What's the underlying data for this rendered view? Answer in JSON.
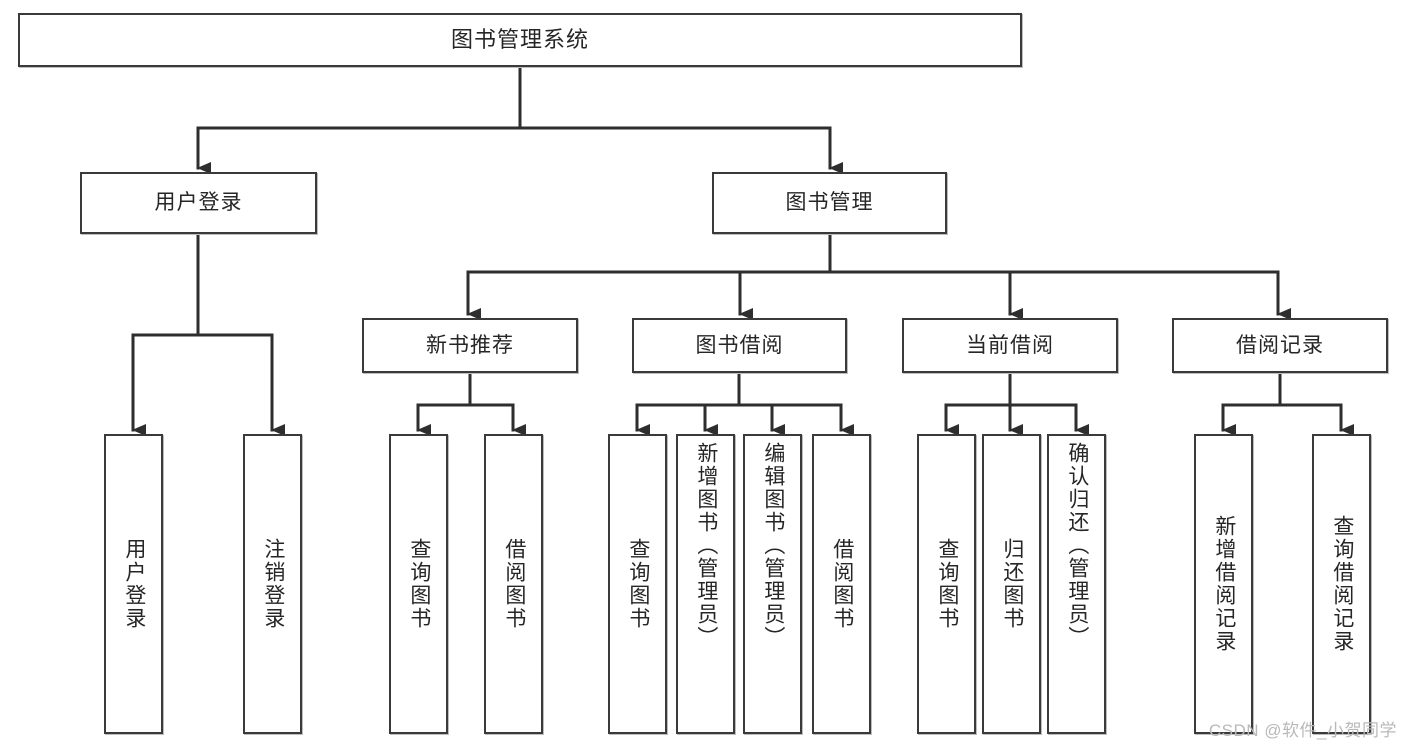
{
  "diagram": {
    "title": "图书管理系统",
    "type": "tree-hierarchy-chart",
    "root": {
      "label": "图书管理系统"
    },
    "level2": [
      {
        "label": "用户登录"
      },
      {
        "label": "图书管理"
      }
    ],
    "level3": [
      {
        "label": "新书推荐"
      },
      {
        "label": "图书借阅"
      },
      {
        "label": "当前借阅"
      },
      {
        "label": "借阅记录"
      }
    ],
    "leaves": {
      "user_login": [
        {
          "label": "用户登录"
        },
        {
          "label": "注销登录"
        }
      ],
      "new_book_recommend": [
        {
          "label": "查询图书"
        },
        {
          "label": "借阅图书"
        }
      ],
      "book_borrow": [
        {
          "label": "查询图书"
        },
        {
          "label": "新增图书（管理员）"
        },
        {
          "label": "编辑图书（管理员）"
        },
        {
          "label": "借阅图书"
        }
      ],
      "current_borrow": [
        {
          "label": "查询图书"
        },
        {
          "label": "归还图书"
        },
        {
          "label": "确认归还（管理员）"
        }
      ],
      "borrow_record": [
        {
          "label": "新增借阅记录"
        },
        {
          "label": "查询借阅记录"
        }
      ]
    }
  },
  "watermark": {
    "text": "CSDN @软件_小贺同学"
  },
  "colors": {
    "box_border": "#3a3a3a",
    "box_fill": "#ffffff",
    "text": "#262626",
    "connector": "#2e2e2e",
    "watermark": "#b9b9b9",
    "page_background": "#ffffff"
  }
}
